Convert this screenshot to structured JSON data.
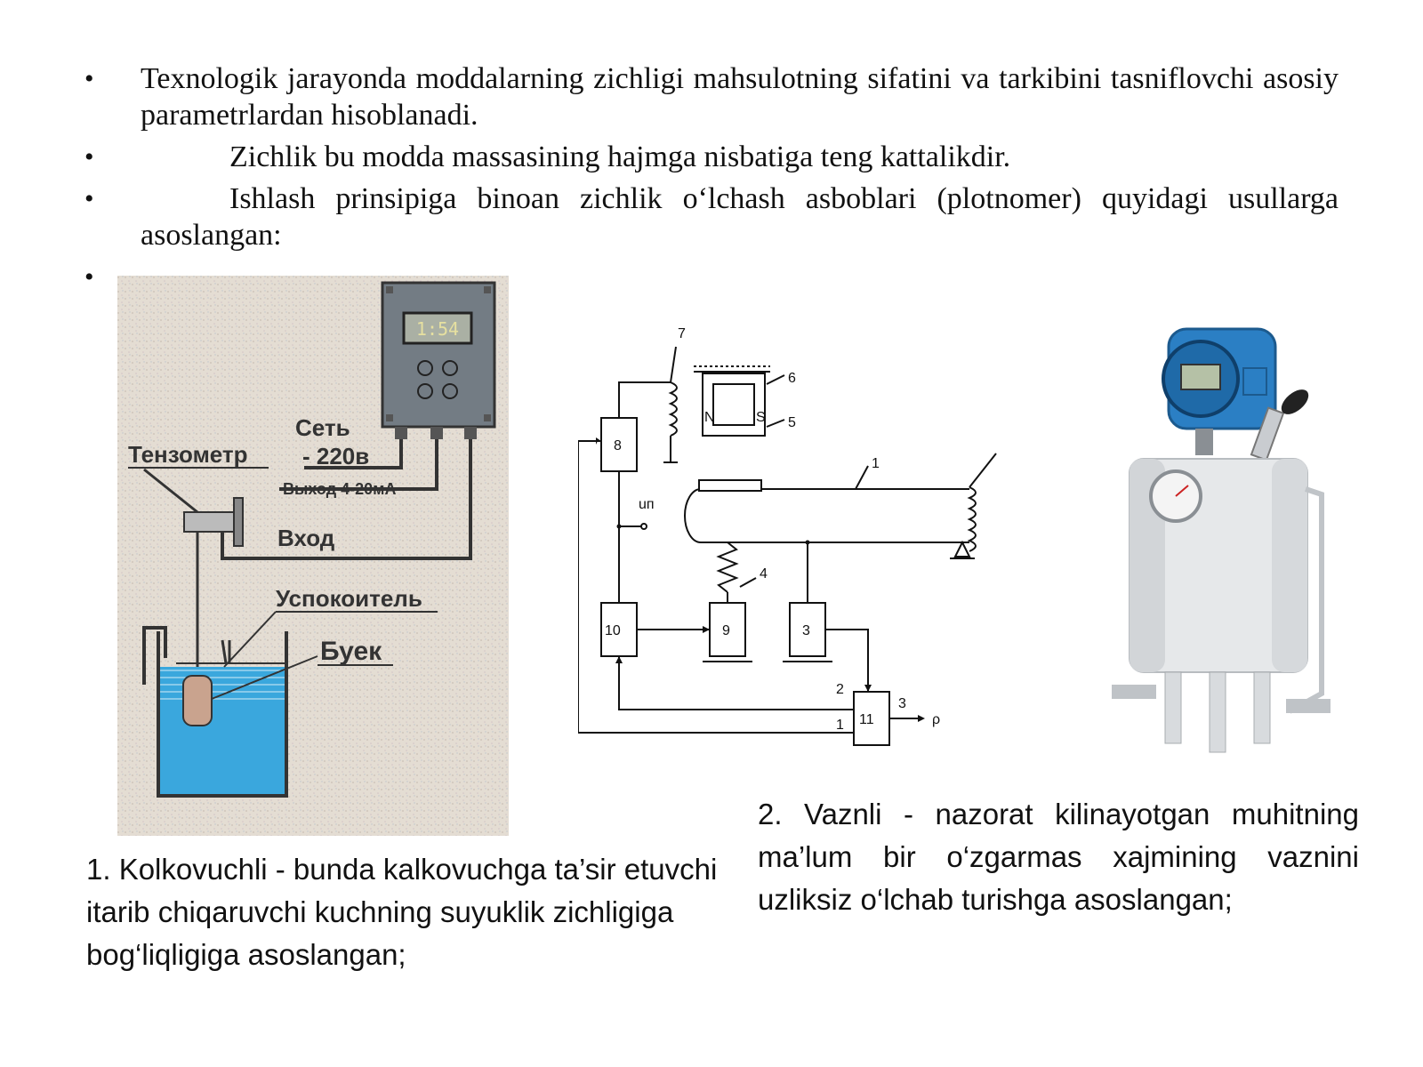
{
  "bullets": [
    {
      "text": "Texnologik jarayonda moddalarning zichligi mahsulotning sifatini va tarkibini tasniflovchi asosiy parametrlardan hisoblanadi.",
      "indent": false
    },
    {
      "text": "Zichlik bu modda massasining hajmga nisbatiga teng kattalikdir.",
      "indent": true
    },
    {
      "text": "Ishlash prinsipiga binoan zichlik o‘lchash asboblari (plotnomer) quyidagi usullarga asoslangan:",
      "indent": true
    },
    {
      "text": "",
      "indent": false
    }
  ],
  "bullet_symbol": "•",
  "figure1": {
    "display": "1:54",
    "labels": {
      "set": "Сеть",
      "voltage": "- 220в",
      "output": "Выход 4-20мА",
      "tensometer": "Тензометр",
      "input": "Вход",
      "calmer": "Успокоитель",
      "float": "Буек"
    }
  },
  "figure2": {
    "labels": {
      "n1": "1",
      "n3": "3",
      "n4": "4",
      "n5": "5",
      "n6": "6",
      "n7": "7",
      "n8": "8",
      "n9": "9",
      "n10": "10",
      "n11": "11",
      "in1": "1",
      "in2": "2",
      "out3": "3",
      "up": "uп",
      "rho": "ρ",
      "N": "N",
      "S": "S"
    }
  },
  "captions": {
    "c1": "1. Kolkovuchli - bunda kalkovuchga ta’sir etuvchi itarib chiqaruvchi kuchning suyuklik zichligiga bog‘liqligiga asoslangan;",
    "c2": "2. Vaznli - nazorat kilinayotgan muhitning ma’lum bir o‘zgarmas xajmining vaznini uzliksiz o‘lchab turishga asoslangan;"
  },
  "colors": {
    "liquid": "#3aa7dd",
    "panel": "#6f7780",
    "device_blue": "#2b7fc4",
    "tank": "#e6e8ea"
  }
}
